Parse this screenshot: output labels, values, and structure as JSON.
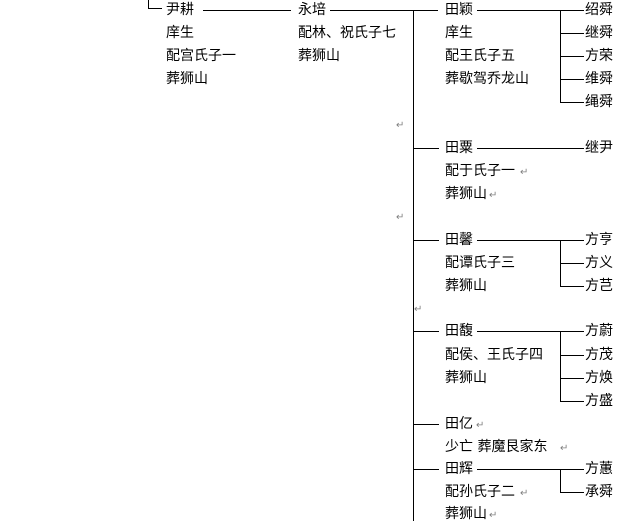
{
  "gen1": {
    "name": "尹耕",
    "lines": [
      "庠生",
      "配宫氏子一",
      "葬狮山"
    ]
  },
  "gen2": {
    "name": "永培",
    "lines": [
      "配林、祝氏子七",
      "葬狮山"
    ]
  },
  "gen3": [
    {
      "name": "田颖",
      "lines": [
        "庠生",
        "配王氏子五",
        "葬歇驾乔龙山"
      ]
    },
    {
      "name": "田粟",
      "lines": [
        "配于氏子一",
        "葬狮山"
      ]
    },
    {
      "name": "田馨",
      "lines": [
        "配谭氏子三",
        "葬狮山"
      ]
    },
    {
      "name": "田馥",
      "lines": [
        "配侯、王氏子四",
        "葬狮山"
      ]
    },
    {
      "name": "田亿",
      "lines": [
        "少亡  葬魔艮家东"
      ]
    },
    {
      "name": "田辉",
      "lines": [
        "配孙氏子二",
        "葬狮山"
      ]
    }
  ],
  "gen4": [
    [
      "绍舜",
      "继舜",
      "方荣",
      "维舜",
      "绳舜"
    ],
    [
      "继尹"
    ],
    [
      "方亨",
      "方义",
      "方芑"
    ],
    [
      "方蔚",
      "方茂",
      "方焕",
      "方盛"
    ],
    [],
    [
      "方蕙",
      "承舜"
    ]
  ],
  "marks": {
    "return_mark": "↵"
  }
}
